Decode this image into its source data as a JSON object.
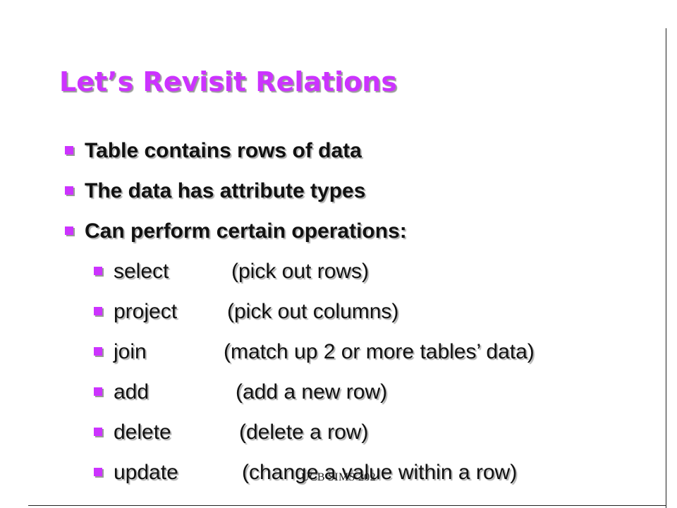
{
  "slide": {
    "title": "Let’s Revisit Relations",
    "bullets": [
      {
        "text": "Table contains rows of data"
      },
      {
        "text": "The data has attribute types"
      },
      {
        "text": "Can perform certain operations:"
      }
    ],
    "operations": [
      {
        "name": "select",
        "desc": "(pick out rows)"
      },
      {
        "name": "project",
        "desc": "(pick out columns)"
      },
      {
        "name": "join",
        "desc": "(match up 2 or more tables’ data)"
      },
      {
        "name": "add",
        "desc": "(add a new row)"
      },
      {
        "name": "delete",
        "desc": "(delete a row)"
      },
      {
        "name": "update",
        "desc": "(change a value within a row)"
      }
    ],
    "footer": "UCB SIMS 202"
  },
  "colors": {
    "title": "#cc33ff",
    "bullet": "#cc33ff",
    "text": "#111111"
  },
  "icons": {
    "bullet": "square-bullet-icon"
  }
}
